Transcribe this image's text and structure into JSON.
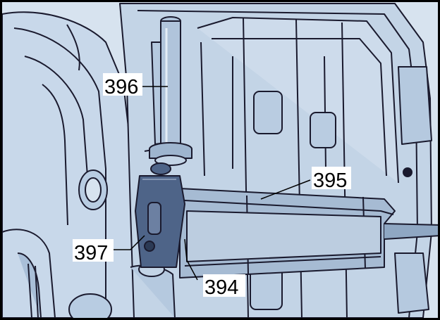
{
  "figure": {
    "callouts": [
      {
        "id": "396",
        "label": "396"
      },
      {
        "id": "395",
        "label": "395"
      },
      {
        "id": "397",
        "label": "397"
      },
      {
        "id": "394",
        "label": "394"
      }
    ]
  },
  "colors": {
    "background": "#d7e3ef",
    "line": "#1a1a2e",
    "metal_light": "#c3d4e6",
    "metal_mid": "#9eb5cf",
    "tool_dark": "#4e6488",
    "frame": "#000000"
  }
}
